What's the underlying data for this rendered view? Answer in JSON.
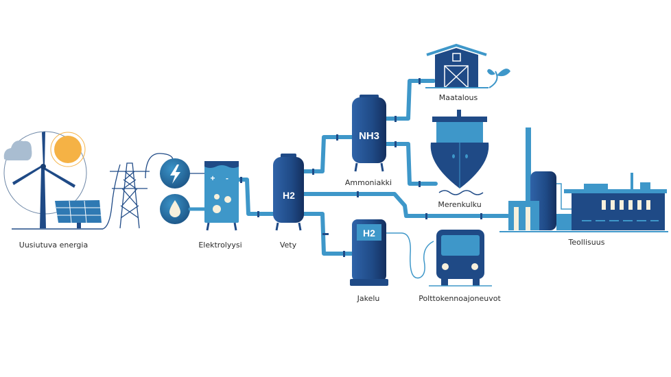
{
  "labels": {
    "renewable": "Uusiutuva energia",
    "electrolysis": "Elektrolyysi",
    "hydrogen": "Vety",
    "ammonia": "Ammoniakki",
    "agriculture": "Maatalous",
    "shipping": "Merenkulku",
    "industry": "Teollisuus",
    "distribution": "Jakelu",
    "fuel_cell_vehicles": "Polttokennoajoneuvot"
  },
  "symbols": {
    "h2_tank": "H2",
    "nh3_tank": "NH3",
    "h2_pump": "H2",
    "plus": "+",
    "minus": "-"
  },
  "colors": {
    "dark_blue": "#1f4a86",
    "mid_blue": "#2f79b3",
    "pipe_blue": "#3e97c9",
    "sun": "#f5b245",
    "cloud": "#a9bdd1",
    "window": "#f7f0dc"
  }
}
